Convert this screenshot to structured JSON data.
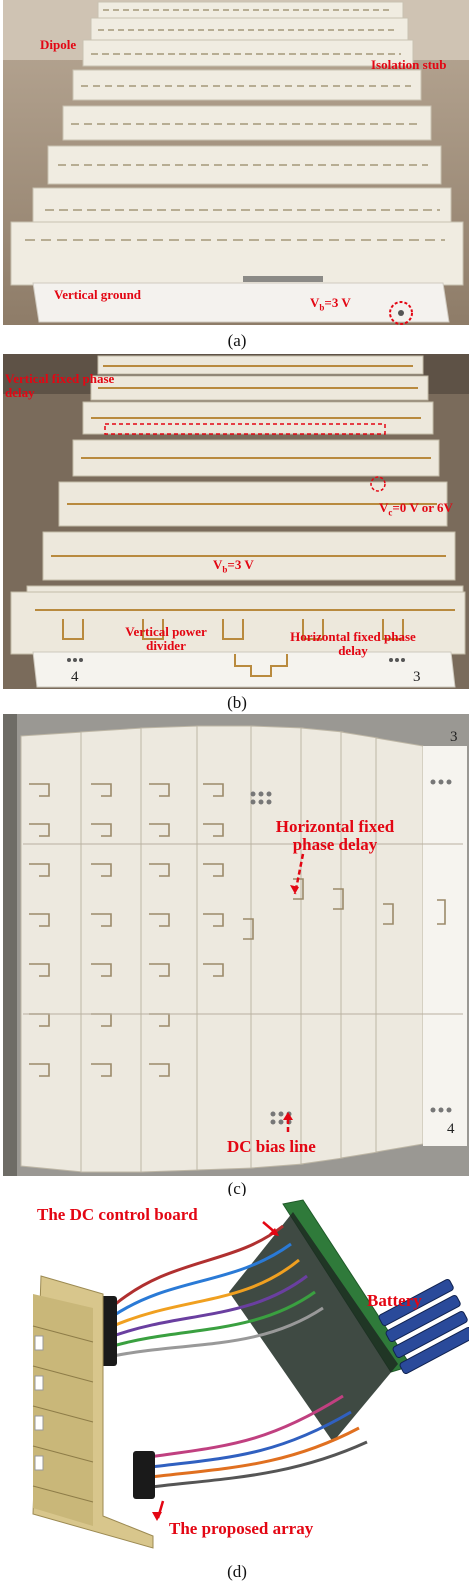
{
  "panels": {
    "a": {
      "caption": "(a)",
      "labels": {
        "dipole": "Dipole",
        "isolation_stub": "Isolation stub",
        "vertical_ground": "Vertical ground",
        "voltage": "=3 V"
      }
    },
    "b": {
      "caption": "(b)",
      "labels": {
        "vertical_fixed_phase_delay": "Vertical fixed phase delay",
        "vc_voltage": "=0 V or 6V",
        "vb_voltage": "=3 V",
        "vertical_power_divider": "Vertical power divider",
        "horizontal_fixed_phase_delay": "Horizontal fixed phase delay"
      },
      "board_marks": {
        "left": "4",
        "right": "3"
      }
    },
    "c": {
      "caption": "(c)",
      "labels": {
        "horizontal_fixed_phase_delay": "Horizontal fixed phase delay",
        "dc_bias_line": "DC bias line"
      },
      "board_marks": {
        "top": "3",
        "bottom": "4"
      }
    },
    "d": {
      "caption": "(d)",
      "labels": {
        "dc_control_board": "The DC control board",
        "battery": "Battery",
        "proposed_array": "The proposed array"
      }
    }
  },
  "colors": {
    "annotation": "#e30613",
    "board": "#f1ede2",
    "pcb_green": "#2f7a3a",
    "battery_blue": "#2a4a9a"
  }
}
